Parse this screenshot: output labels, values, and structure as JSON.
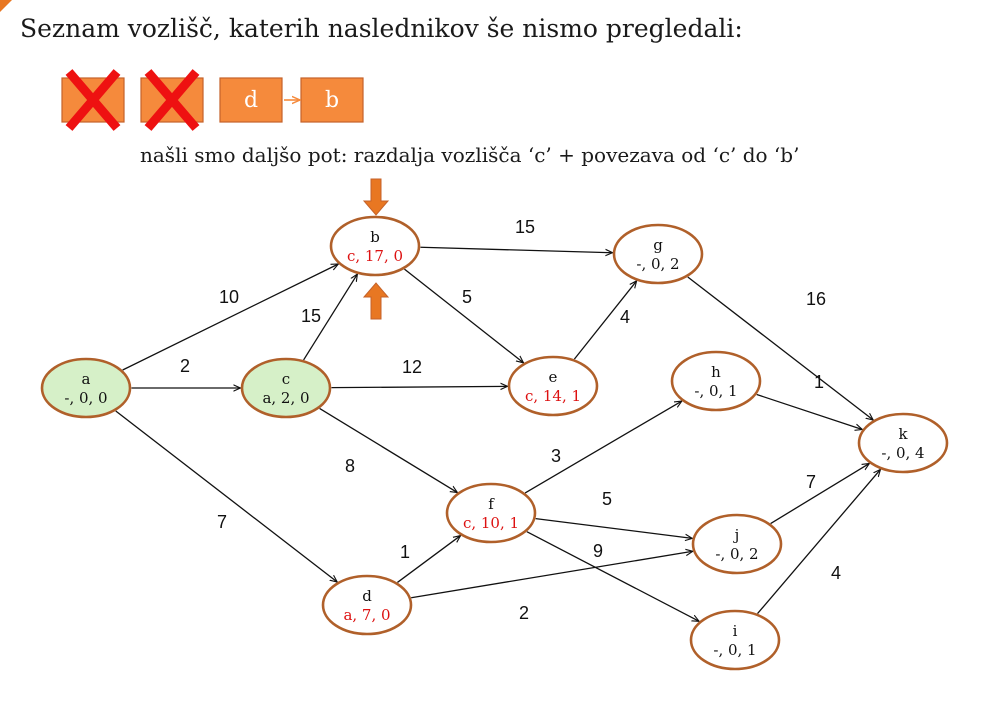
{
  "heading": "Seznam vozlišč, katerih naslednikov še nismo pregledali:",
  "note": "našli smo daljšo pot: razdalja vozlišča ‘c’ + povezava od ‘c’ do ‘b’",
  "queue": [
    {
      "label": "",
      "crossed": true
    },
    {
      "label": "",
      "crossed": true
    },
    {
      "label": "d",
      "crossed": false
    },
    {
      "label": "b",
      "crossed": false
    }
  ],
  "colors": {
    "node_border": "#b0602a",
    "visited_fill": "#d6f0c8",
    "queue_fill": "#f58a3c",
    "queue_border": "#c4622a",
    "cross": "#ee1111",
    "updated_text": "#dd1111",
    "arrow_marker": "#e87722"
  },
  "graph": {
    "nodes": [
      {
        "id": "a",
        "info": "-, 0, 0",
        "visited": true,
        "updated": false
      },
      {
        "id": "b",
        "info": "c, 17, 0",
        "visited": false,
        "updated": true
      },
      {
        "id": "c",
        "info": "a, 2, 0",
        "visited": true,
        "updated": false
      },
      {
        "id": "d",
        "info": "a, 7, 0",
        "visited": false,
        "updated": true
      },
      {
        "id": "e",
        "info": "c, 14, 1",
        "visited": false,
        "updated": true
      },
      {
        "id": "f",
        "info": "c, 10, 1",
        "visited": false,
        "updated": true
      },
      {
        "id": "g",
        "info": "-, 0, 2",
        "visited": false,
        "updated": false
      },
      {
        "id": "h",
        "info": "-, 0, 1",
        "visited": false,
        "updated": false
      },
      {
        "id": "i",
        "info": "-, 0, 1",
        "visited": false,
        "updated": false
      },
      {
        "id": "j",
        "info": "-, 0, 2",
        "visited": false,
        "updated": false
      },
      {
        "id": "k",
        "info": "-, 0, 4",
        "visited": false,
        "updated": false
      }
    ],
    "edges": [
      {
        "from": "a",
        "to": "b",
        "weight": "10"
      },
      {
        "from": "a",
        "to": "c",
        "weight": "2"
      },
      {
        "from": "a",
        "to": "d",
        "weight": "7"
      },
      {
        "from": "c",
        "to": "b",
        "weight": "15"
      },
      {
        "from": "c",
        "to": "e",
        "weight": "12"
      },
      {
        "from": "c",
        "to": "f",
        "weight": "8"
      },
      {
        "from": "b",
        "to": "g",
        "weight": "15"
      },
      {
        "from": "b",
        "to": "e",
        "weight": "5"
      },
      {
        "from": "e",
        "to": "g",
        "weight": "4"
      },
      {
        "from": "g",
        "to": "k",
        "weight": "16"
      },
      {
        "from": "d",
        "to": "f",
        "weight": "1"
      },
      {
        "from": "d",
        "to": "j",
        "weight": "2"
      },
      {
        "from": "f",
        "to": "h",
        "weight": "3"
      },
      {
        "from": "f",
        "to": "j",
        "weight": "5"
      },
      {
        "from": "f",
        "to": "i",
        "weight": "9"
      },
      {
        "from": "h",
        "to": "k",
        "weight": "1"
      },
      {
        "from": "j",
        "to": "k",
        "weight": "7"
      },
      {
        "from": "i",
        "to": "k",
        "weight": "4"
      }
    ],
    "markers": [
      {
        "target": "b",
        "direction": "down-arrow"
      },
      {
        "target": "b",
        "direction": "up-arrow"
      }
    ]
  }
}
